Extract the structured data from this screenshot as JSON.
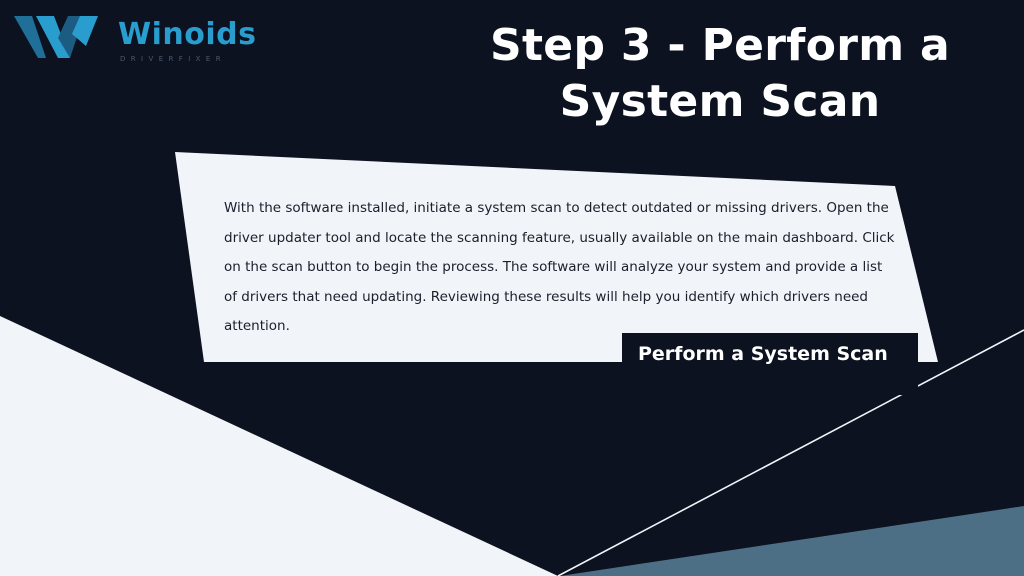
{
  "brand": {
    "name": "Winoids",
    "tagline": "DRIVERFIXER",
    "logo_color": "#2a9dcf"
  },
  "slide": {
    "title": "Step 3 - Perform a System Scan",
    "body": "With the software installed, initiate a system scan to detect outdated or missing drivers. Open the driver updater tool and locate the scanning feature, usually available on the main dashboard. Click on the scan button to begin the process. The software will analyze your system and provide a list of drivers that need updating. Reviewing these results will help you identify which drivers need attention.",
    "label": "Perform a System Scan"
  },
  "colors": {
    "background": "#0c1220",
    "card": "#f1f4f8",
    "accent_slate": "#4d6f86"
  }
}
